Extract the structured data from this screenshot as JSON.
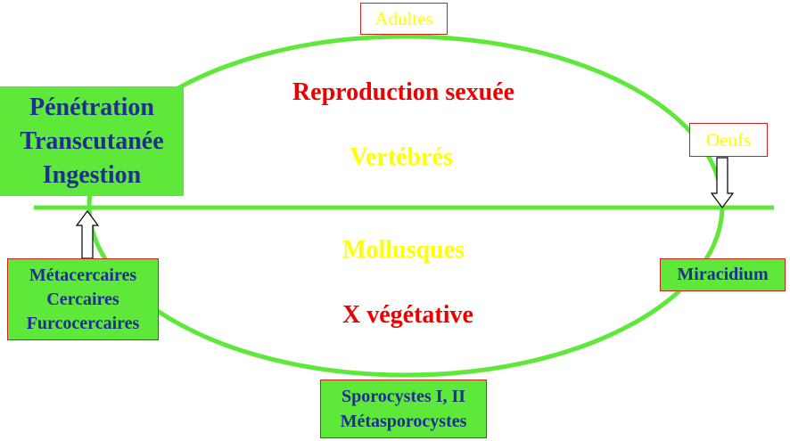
{
  "diagram": {
    "adults": "Adultes",
    "eggs": "Oeufs",
    "sexual_reproduction": "Reproduction sexuée",
    "vertebrates": "Vertébrés",
    "molluscs": "Mollusques",
    "vegetative": "X végétative",
    "penetration_lines": [
      "Pénétration",
      "Transcutanée",
      "Ingestion"
    ],
    "larvae_lines": [
      "Métacercaires",
      "Cercaires",
      "Furcocercaires"
    ],
    "miracidium": "Miracidium",
    "sporocyst_lines": [
      "Sporocystes I, II",
      "Métasporocystes"
    ]
  },
  "colors": {
    "green": "#5ee83a",
    "red_text": "#ee0000",
    "yellow_text": "#ffff00",
    "blue_text": "#1f2f8f",
    "box_border": "#cc2222"
  }
}
